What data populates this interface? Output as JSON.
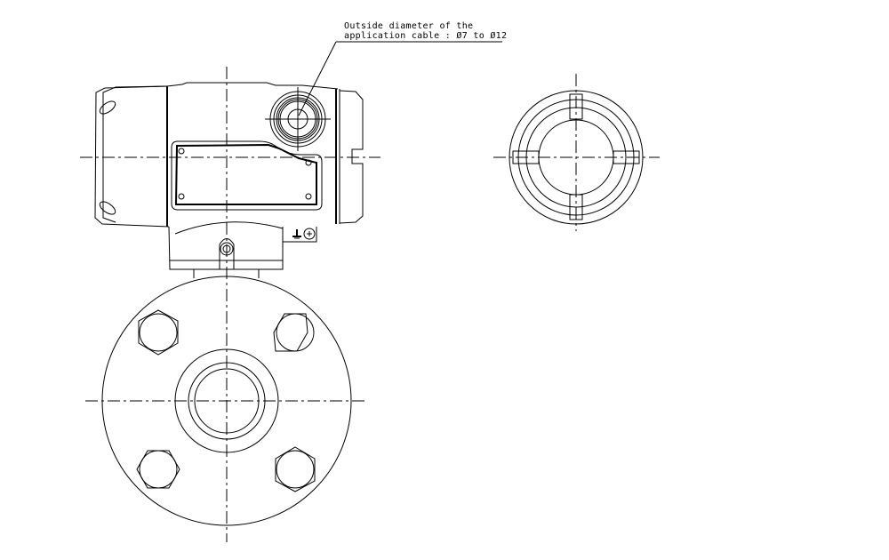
{
  "drawing": {
    "type": "technical-drawing",
    "views": [
      {
        "name": "transmitter-housing-front-view"
      },
      {
        "name": "cable-gland-end-view"
      },
      {
        "name": "process-flange-view"
      }
    ]
  },
  "annotation": {
    "line1": "Outside diameter of the",
    "line2": "application cable : Ø7 to Ø12"
  },
  "symbols": {
    "ground": "ground-symbol",
    "ground_screw": "ground-screw"
  }
}
